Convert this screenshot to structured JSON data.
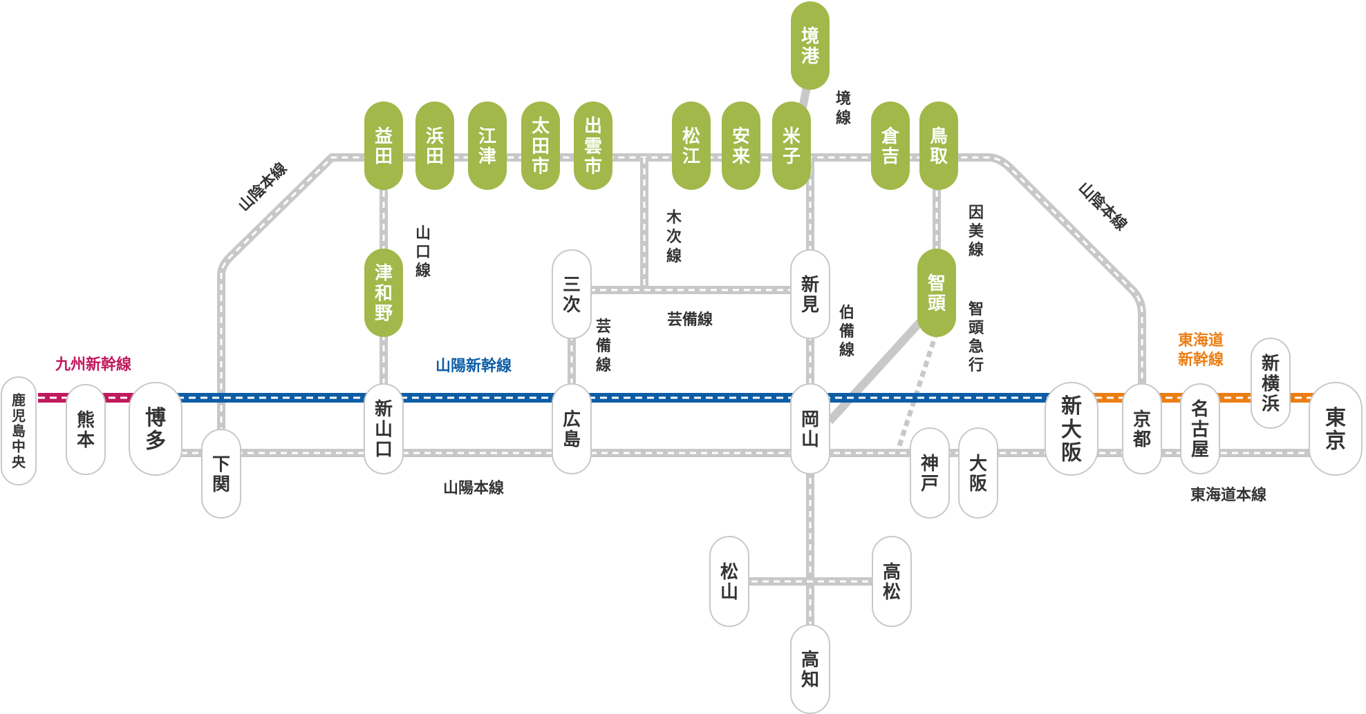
{
  "colors": {
    "highlight_station": "#a2b84a",
    "regular_station_fill": "#ffffff",
    "regular_station_stroke": "#c8c8c8",
    "station_text_dark": "#333333",
    "station_text_light": "#ffffff",
    "track": "#c8c8c8",
    "sanyo_shinkansen": "#0d5da6",
    "kyushu_shinkansen": "#c1195d",
    "tokaido_shinkansen": "#ec7d13",
    "line_label": "#333333"
  },
  "stations": {
    "kagoshima_chuo": "鹿児島中央",
    "kumamoto": "熊本",
    "hakata": "博多",
    "shimonoseki": "下関",
    "shin_yamaguchi": "新山口",
    "hiroshima": "広島",
    "okayama": "岡山",
    "kobe": "神戸",
    "osaka": "大阪",
    "shin_osaka": "新大阪",
    "kyoto": "京都",
    "nagoya": "名古屋",
    "shin_yokohama": "新横浜",
    "tokyo": "東京",
    "masuda": "益田",
    "hamada": "浜田",
    "gotsu": "江津",
    "odashi": "太田市",
    "izumoshi": "出雲市",
    "matsue": "松江",
    "yasugi": "安来",
    "yonago": "米子",
    "sakaiminato": "境港",
    "kurayoshi": "倉吉",
    "tottori": "鳥取",
    "tsuwano": "津和野",
    "chizu": "智頭",
    "miyoshi": "三次",
    "niimi": "新見",
    "matsuyama": "松山",
    "takamatsu": "高松",
    "kochi": "高知"
  },
  "lines": {
    "kyushu_shinkansen": "九州新幹線",
    "sanyo_shinkansen": "山陽新幹線",
    "tokaido_shinkansen": "東海道新幹線",
    "sanyo_main": "山陽本線",
    "tokaido_main": "東海道本線",
    "san_in_main_west": "山陰本線",
    "san_in_main_east": "山陰本線",
    "yamaguchi": "山口線",
    "kisuki": "木次線",
    "geibi": "芸備線",
    "geibi_vertical": "芸備線",
    "hakubi": "伯備線",
    "sakai": "境線",
    "inbi": "因美線",
    "chizu_kyuko": "智頭急行"
  }
}
